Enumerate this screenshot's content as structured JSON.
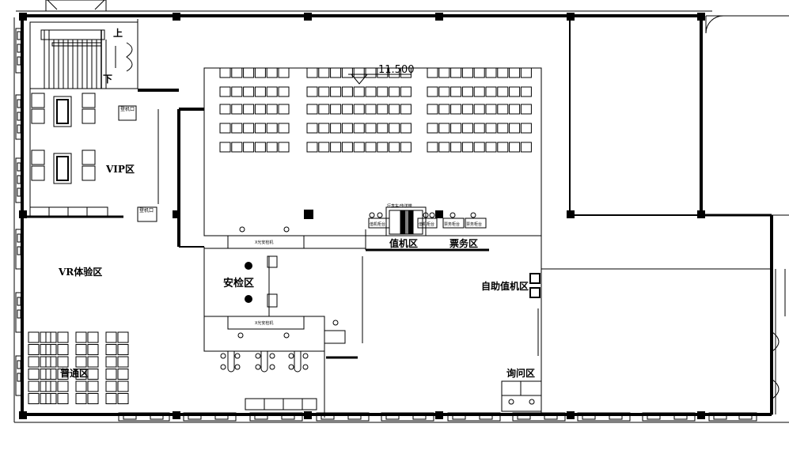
{
  "labels": {
    "stair_up": "上",
    "stair_down": "下",
    "vip": "VIP区",
    "vr": "VR体验区",
    "regular": "普通区",
    "security": "安检区",
    "checkin": "值机区",
    "ticketing": "票务区",
    "self_checkin": "自助值机区",
    "inquiry": "询问区",
    "elevation": "11.500",
    "boarding_gate_1": "登机口",
    "boarding_gate_2": "登机口",
    "security_machine_top": "X光安检机",
    "security_machine_bottom": "X光安检机",
    "checkin_counter_1": "值机柜台",
    "checkin_counter_2": "值机柜台",
    "ticket_counter_1": "票务柜台",
    "ticket_counter_2": "票务柜台",
    "baggage_belt": "行李车/传送带"
  }
}
